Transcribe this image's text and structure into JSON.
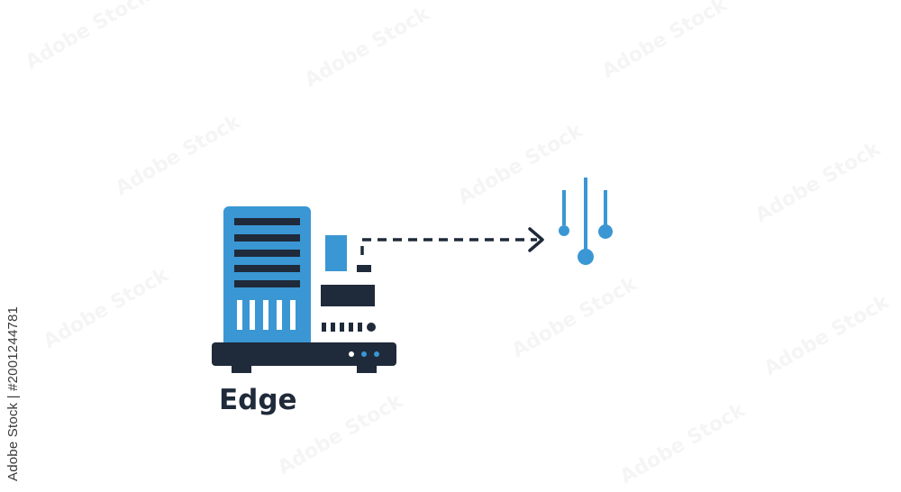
{
  "diagram": {
    "node_label": "Edge",
    "colors": {
      "primary_blue": "#3a97d4",
      "dark_navy": "#1f2a3a",
      "background": "#ffffff"
    },
    "icons": {
      "source": "edge-server-icon",
      "target": "sensor-probes-icon",
      "connector": "dashed-arrow"
    }
  },
  "watermark": {
    "stock_id": "Adobe Stock | #2001244781",
    "logo_text": "Adobe Stock"
  }
}
